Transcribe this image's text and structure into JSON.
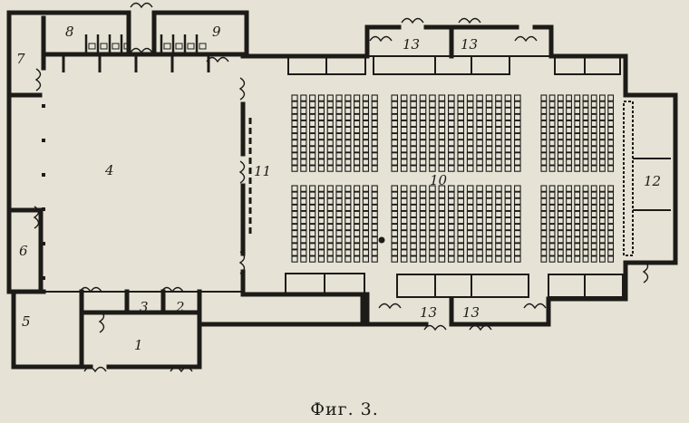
{
  "figure": {
    "caption": "Фиг. 3.",
    "rooms": {
      "r1": "1",
      "r2": "2",
      "r3": "3",
      "r4": "4",
      "r5": "5",
      "r6": "6",
      "r7": "7",
      "r8": "8",
      "r9": "9",
      "r10": "10",
      "r11": "11",
      "r12": "12",
      "r13a": "13",
      "r13b": "13",
      "r13c": "13",
      "r13d": "13"
    },
    "seating": {
      "blocks_per_tier": 3,
      "columns": [
        10,
        14,
        9
      ],
      "seats_per_column": 12
    },
    "colors": {
      "ink": "#1d1b18",
      "paper": "#e6e3d6"
    }
  }
}
